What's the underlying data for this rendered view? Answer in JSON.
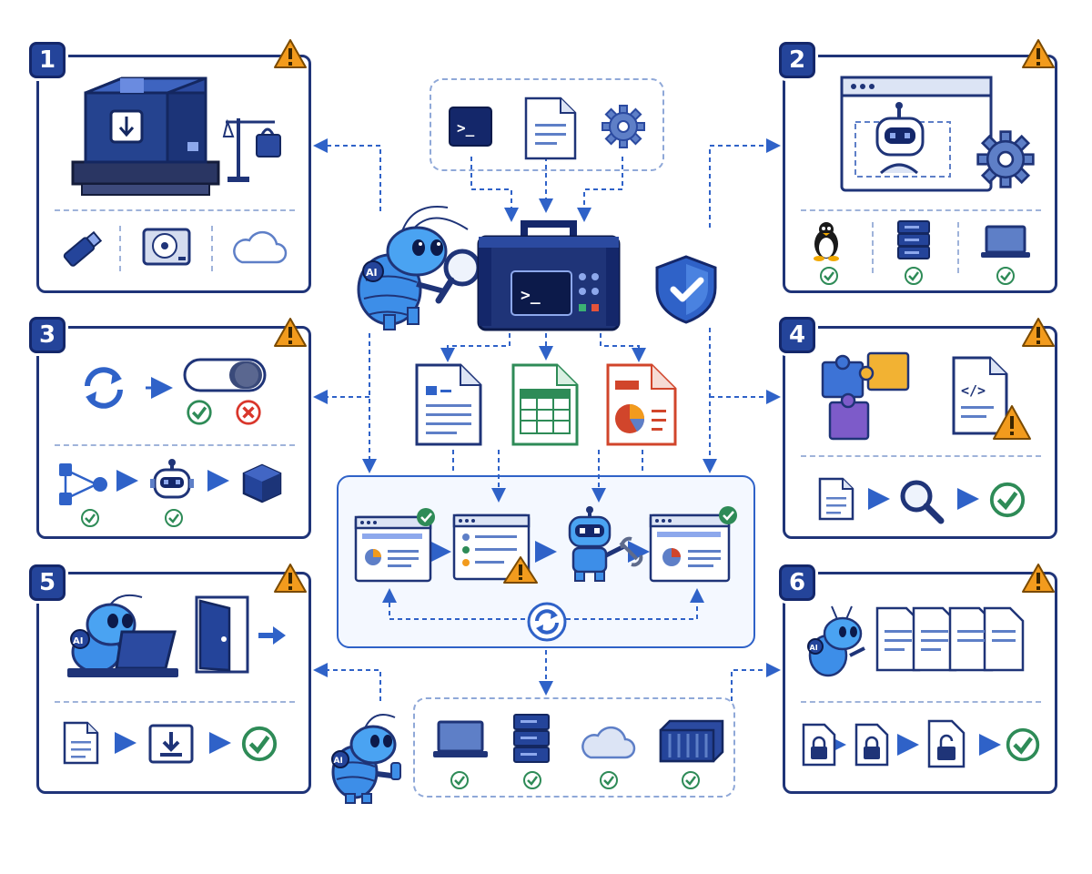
{
  "panels": [
    {
      "number": "1"
    },
    {
      "number": "2"
    },
    {
      "number": "3"
    },
    {
      "number": "4"
    },
    {
      "number": "5"
    },
    {
      "number": "6"
    }
  ],
  "center": {
    "terminal_prompt": ">_",
    "robot_badge": "AI",
    "code_tag": "</>"
  },
  "colors": {
    "navy": "#1f3478",
    "accent_blue": "#2f62c8",
    "check_green": "#2e8b57",
    "error_red": "#d9362b",
    "warning_orange": "#f29b1d",
    "sheet_green": "#2e8b57",
    "slides_red": "#d1452b"
  },
  "icons": [
    "package-box-icon",
    "scale-lock-icon",
    "usb-drive-icon",
    "hard-drive-icon",
    "cloud-icon",
    "terminal-icon",
    "document-icon",
    "gear-icon",
    "ai-bug-robot-mascot",
    "magnifier-icon",
    "toolbox-terminal-icon",
    "shield-check-icon",
    "browser-robot-icon",
    "linux-penguin-icon",
    "server-icon",
    "laptop-icon",
    "sync-icon",
    "toggle-switch-icon",
    "check-circle-icon",
    "error-circle-icon",
    "flow-graph-icon",
    "robot-icon",
    "cube-icon",
    "puzzle-icon",
    "code-file-warning-icon",
    "search-icon",
    "word-document-icon",
    "spreadsheet-icon",
    "presentation-icon",
    "browser-window-icon",
    "repair-robot-icon",
    "laptop-user-icon",
    "exit-door-icon",
    "download-icon",
    "stacked-documents-icon",
    "locked-file-icon",
    "unlocked-file-icon",
    "container-icon"
  ]
}
